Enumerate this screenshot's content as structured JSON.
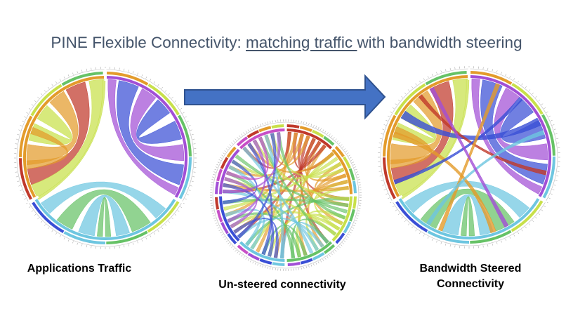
{
  "title": {
    "prefix": "PINE Flexible Connectivity: ",
    "underlined": "matching traffic ",
    "suffix": "with bandwidth steering"
  },
  "captions": {
    "left": "Applications Traffic",
    "middle": "Un-steered connectivity",
    "right_line1": "Bandwidth Steered",
    "right_line2": "Connectivity"
  },
  "colors": {
    "arrow_fill": "#4472c4",
    "arrow_stroke": "#2f528f",
    "title_text": "#44546a",
    "red": "#c0392b",
    "orange": "#e39b2b",
    "lime": "#c8e04a",
    "green": "#66c266",
    "cyan": "#6ec6e0",
    "blue": "#3a4fd6",
    "purple": "#a24fd6",
    "magenta": "#c74fc7"
  }
}
